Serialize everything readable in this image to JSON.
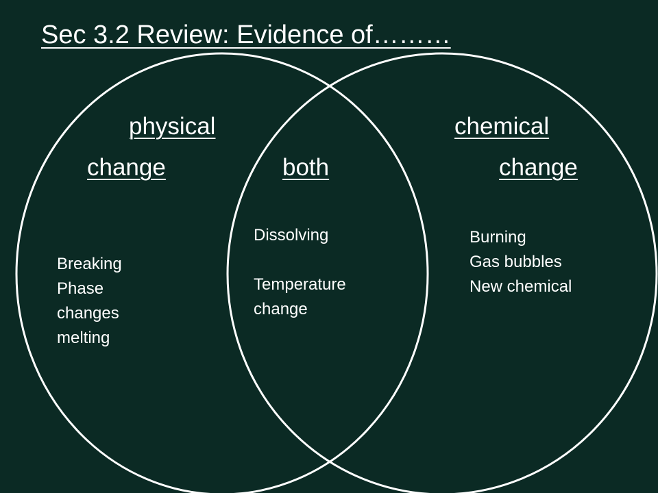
{
  "title": "Sec 3.2 Review: Evidence of………",
  "left": {
    "heading_line1": "physical",
    "heading_line2": "change",
    "items": [
      "Breaking",
      "Phase",
      "changes",
      "melting"
    ]
  },
  "center": {
    "heading": "both",
    "items": [
      "Dissolving",
      "Temperature",
      "change"
    ]
  },
  "right": {
    "heading_line1": "chemical",
    "heading_line2": "change",
    "items": [
      "Burning",
      "Gas bubbles",
      "New chemical"
    ]
  },
  "colors": {
    "background": "#0b2a24",
    "foreground": "#ffffff"
  }
}
